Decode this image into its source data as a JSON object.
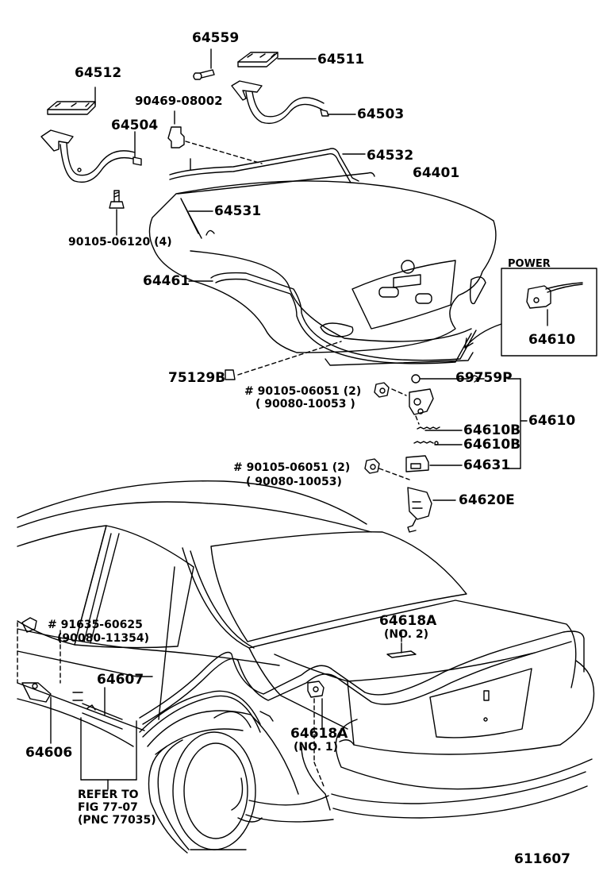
{
  "parts": {
    "p64559": "64559",
    "p64511": "64511",
    "p64512": "64512",
    "p90469": "90469-08002",
    "p64503": "64503",
    "p64504": "64504",
    "p64532": "64532",
    "p64401": "64401",
    "p64531": "64531",
    "p90105_06120": "90105-06120 (4)",
    "p64461": "64461",
    "power_box_title": "POWER",
    "p64610_power": "64610",
    "p75129b": "75129B",
    "p69759p": "69759P",
    "p90105_06051_a": "# 90105-06051 (2)",
    "p90080_10053_a": "( 90080-10053 )",
    "p64610": "64610",
    "p64610b_1": "64610B",
    "p64610b_2": "64610B",
    "p64631": "64631",
    "p90105_06051_b": "# 90105-06051 (2)",
    "p90080_10053_b": "( 90080-10053)",
    "p64620e": "64620E",
    "p91635": "# 91635-60625",
    "p90080_11354": "(90080-11354)",
    "p64618a_no2": "64618A",
    "p64618a_no2_sub": "(NO. 2)",
    "p64607": "64607",
    "p64606": "64606",
    "p64618a_no1": "64618A",
    "p64618a_no1_sub": "(NO. 1)",
    "refer_line1": "REFER TO",
    "refer_line2": "FIG 77-07",
    "refer_line3": "(PNC 77035)",
    "figure_number": "611607"
  }
}
